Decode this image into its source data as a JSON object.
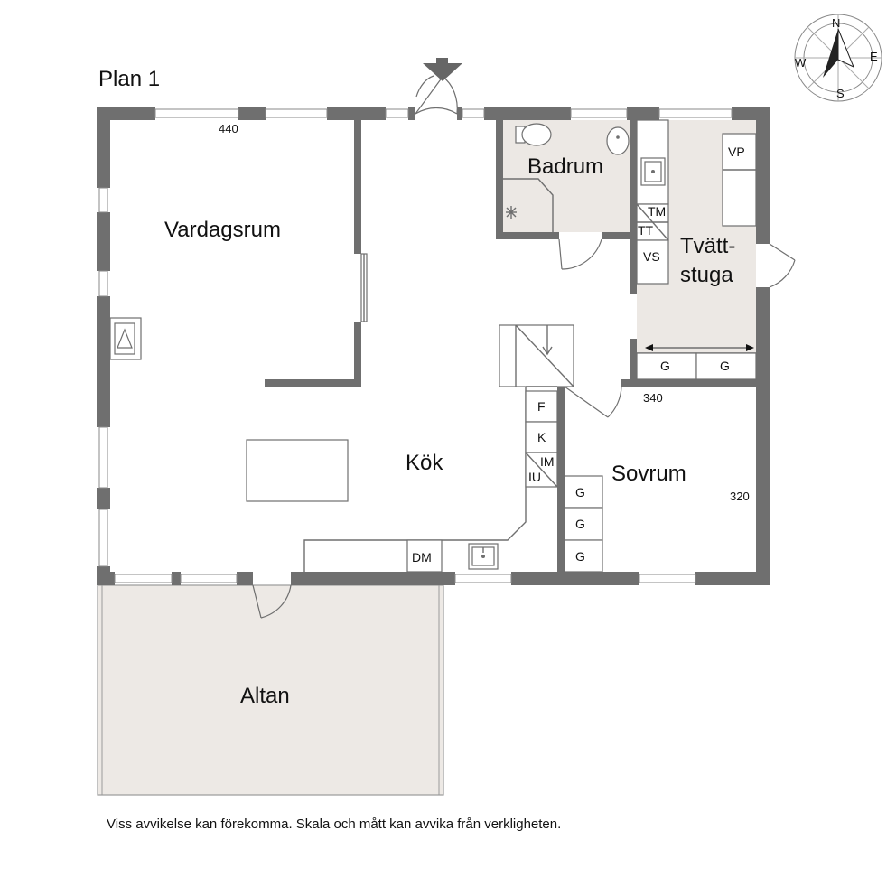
{
  "plan_title": "Plan 1",
  "compass": {
    "n": "N",
    "e": "E",
    "s": "S",
    "w": "W"
  },
  "rooms": {
    "vardagsrum": "Vardagsrum",
    "kok": "Kök",
    "badrum": "Badrum",
    "tvattstuga_line1": "Tvätt-",
    "tvattstuga_line2": "stuga",
    "sovrum": "Sovrum",
    "altan": "Altan"
  },
  "dimensions": {
    "vardagsrum_width": "440",
    "sovrum_width": "340",
    "sovrum_depth": "320"
  },
  "fixtures": {
    "vp": "VP",
    "tm": "TM",
    "tt": "TT",
    "vs": "VS",
    "g": "G",
    "f": "F",
    "k": "K",
    "im": "IM",
    "iu": "IU",
    "dm": "DM"
  },
  "colors": {
    "wall": "#6f6f6f",
    "wet_room_floor": "#ece8e4",
    "altan_floor": "#ede9e5"
  },
  "disclaimer": "Viss avvikelse kan förekomma. Skala och mått kan avvika från verkligheten."
}
